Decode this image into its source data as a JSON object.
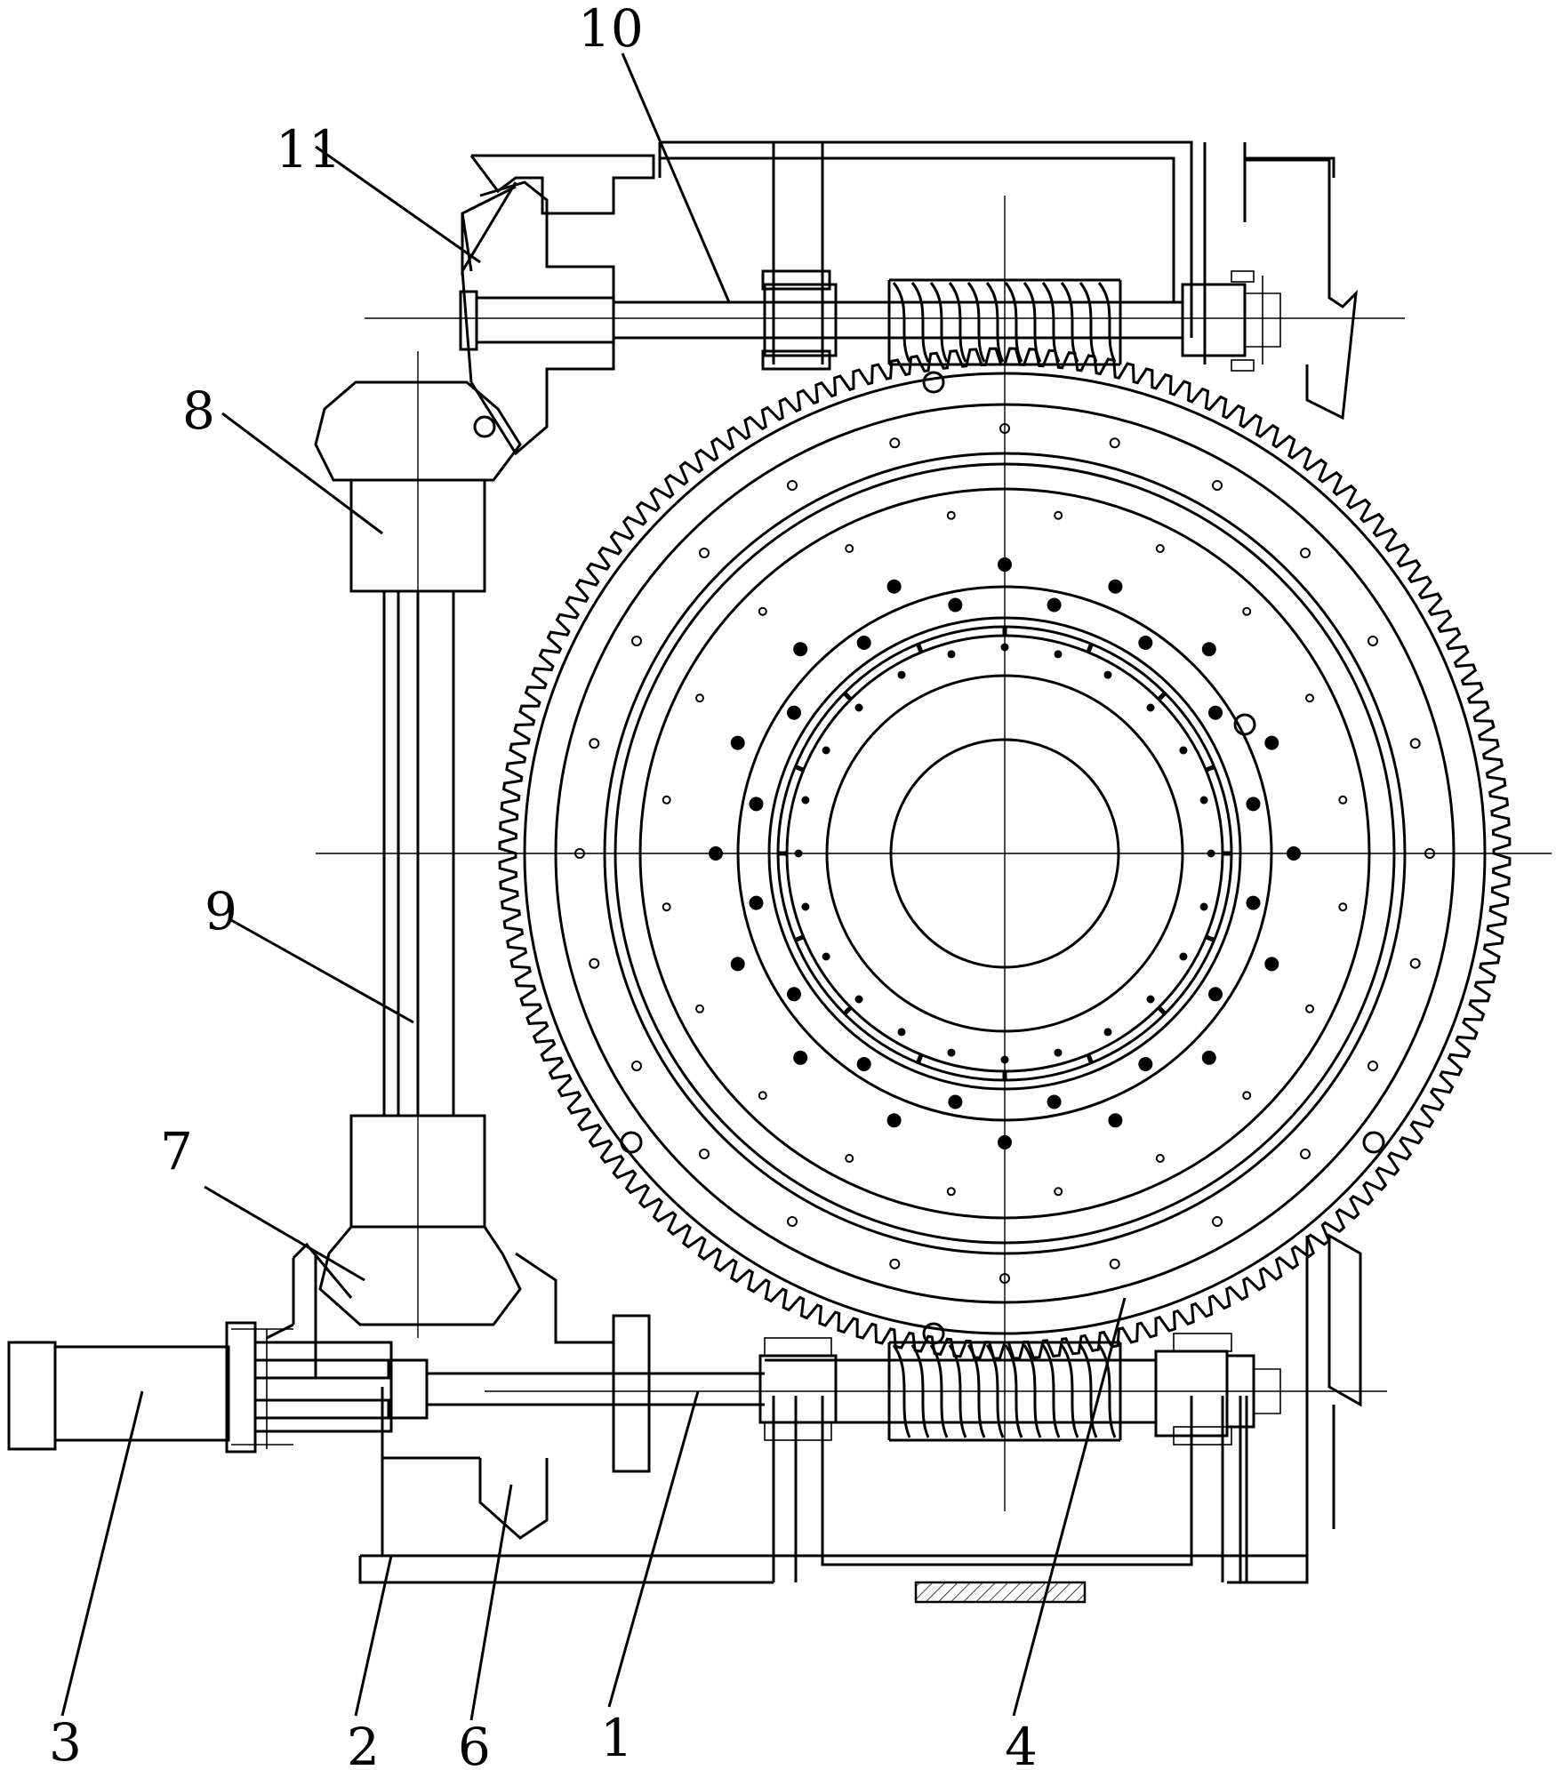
{
  "diagram": {
    "callouts": [
      {
        "id": "c10",
        "text": "10"
      },
      {
        "id": "c11",
        "text": "11"
      },
      {
        "id": "c8",
        "text": "8"
      },
      {
        "id": "c9",
        "text": "9"
      },
      {
        "id": "c7",
        "text": "7"
      },
      {
        "id": "c3",
        "text": "3"
      },
      {
        "id": "c2",
        "text": "2"
      },
      {
        "id": "c6",
        "text": "6"
      },
      {
        "id": "c1",
        "text": "1"
      },
      {
        "id": "c4",
        "text": "4"
      }
    ],
    "wheel_teeth": 160,
    "line_color": "#000000",
    "background_color": "#ffffff"
  }
}
